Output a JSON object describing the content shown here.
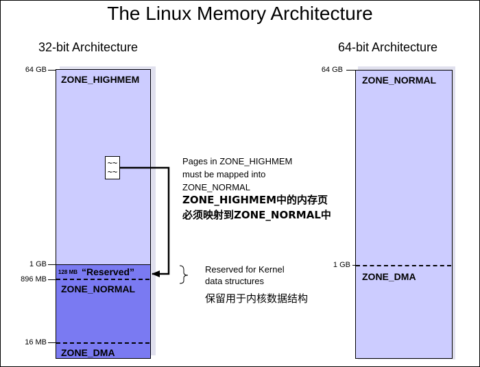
{
  "title": "The Linux Memory Architecture",
  "arch32": {
    "heading": "32-bit Architecture",
    "ticks": {
      "gb64": "64 GB",
      "gb1": "1 GB",
      "mb896": "896 MB",
      "mb16": "16 MB"
    },
    "zones": {
      "highmem": "ZONE_HIGHMEM",
      "reserved_size": "128 MB",
      "reserved": "“Reserved”",
      "normal": "ZONE_NORMAL",
      "dma": "ZONE_DMA"
    }
  },
  "arch64": {
    "heading": "64-bit Architecture",
    "ticks": {
      "gb64": "64 GB",
      "gb1": "1 GB"
    },
    "zones": {
      "normal": "ZONE_NORMAL",
      "dma": "ZONE_DMA"
    }
  },
  "page_icon": {
    "glyph": "~~\n~~"
  },
  "notes": {
    "mapping_en": [
      "Pages in ZONE_HIGHMEM",
      "must be mapped into",
      "ZONE_NORMAL"
    ],
    "mapping_cn": [
      "ZONE_HIGHMEM中的内存页",
      "必须映射到ZONE_NORMAL中"
    ],
    "reserved_en": [
      "Reserved for Kernel",
      "data structures"
    ],
    "reserved_cn": "保留用于内核数据结构"
  },
  "colors": {
    "light_zone": "#ccccff",
    "dark_zone": "#7a7af2",
    "shadow": "#e0e0ee"
  }
}
